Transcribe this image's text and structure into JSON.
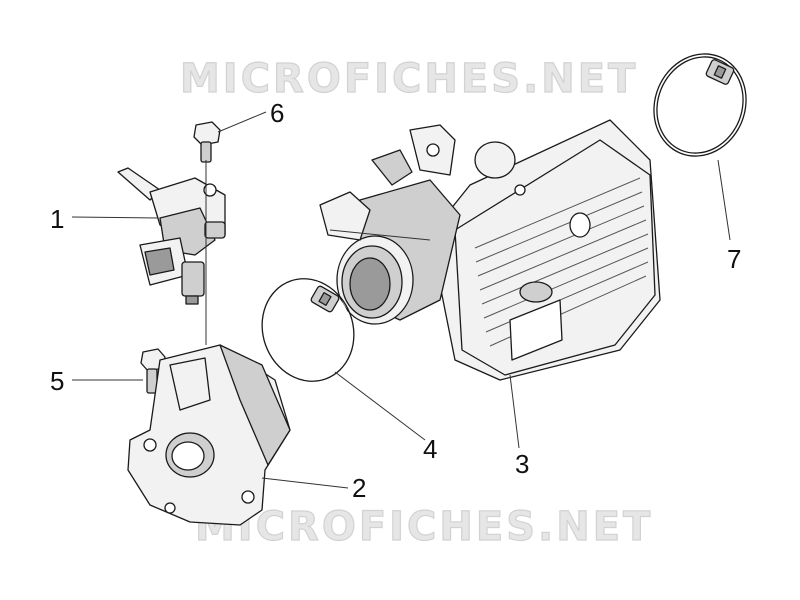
{
  "watermark_top": "MICROFICHES.NET",
  "watermark_bottom": "MICROFICHES.NET",
  "callouts": [
    {
      "id": "1",
      "label": "1"
    },
    {
      "id": "2",
      "label": "2"
    },
    {
      "id": "3",
      "label": "3"
    },
    {
      "id": "4",
      "label": "4"
    },
    {
      "id": "5",
      "label": "5"
    },
    {
      "id": "6",
      "label": "6"
    },
    {
      "id": "7",
      "label": "7"
    }
  ]
}
